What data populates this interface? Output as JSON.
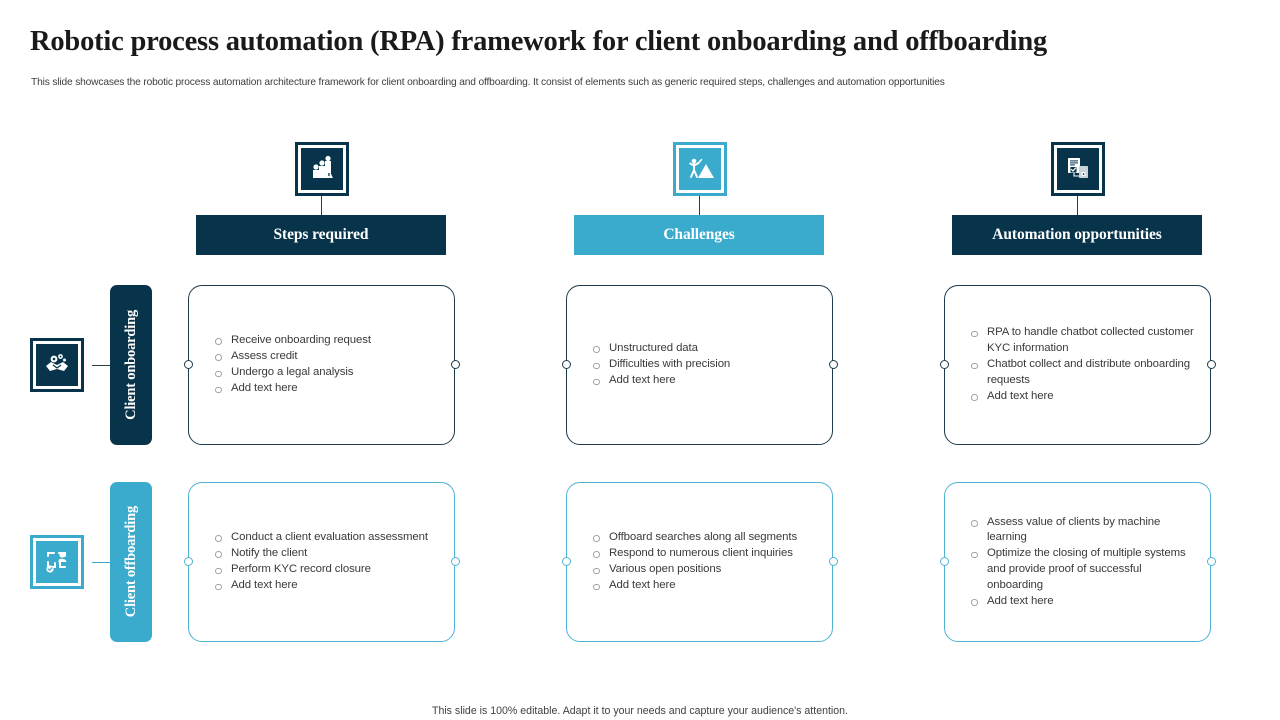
{
  "header": {
    "title": "Robotic process automation (RPA) framework for client onboarding and offboarding",
    "subtitle": "This slide showcases the robotic process automation architecture framework for client onboarding and offboarding. It consist of elements such as generic required steps, challenges and automation opportunities"
  },
  "colors": {
    "dark_navy": "#07344a",
    "teal": "#3aabcd",
    "card_border_dark": "#1d3b4d",
    "card_border_teal": "#4fb3d4",
    "text": "#3a3a3a",
    "page_background": "#ffffff"
  },
  "columns": [
    {
      "label": "Steps required",
      "theme": "dark",
      "icon": "steps-chart-icon"
    },
    {
      "label": "Challenges",
      "theme": "teal",
      "icon": "climber-mountain-icon"
    },
    {
      "label": "Automation opportunities",
      "theme": "dark",
      "icon": "document-workflow-icon"
    }
  ],
  "rows": [
    {
      "label": "Client onboarding",
      "theme": "dark",
      "icon": "handshake-gear-icon"
    },
    {
      "label": "Client offboarding",
      "theme": "teal",
      "icon": "offboarding-flow-icon"
    }
  ],
  "cards": [
    {
      "row": "Client onboarding",
      "column": "Steps required",
      "theme": "dark",
      "bullets": [
        "Receive onboarding request",
        "Assess credit",
        "Undergo a legal analysis",
        "Add text here"
      ]
    },
    {
      "row": "Client onboarding",
      "column": "Challenges",
      "theme": "dark",
      "bullets": [
        "Unstructured data",
        "Difficulties with precision",
        "Add text here"
      ]
    },
    {
      "row": "Client onboarding",
      "column": "Automation opportunities",
      "theme": "dark",
      "bullets": [
        "RPA to handle chatbot collected customer KYC information",
        "Chatbot collect and distribute onboarding requests",
        "Add text here"
      ]
    },
    {
      "row": "Client offboarding",
      "column": "Steps required",
      "theme": "teal",
      "bullets": [
        "Conduct a client evaluation assessment",
        "Notify the client",
        "Perform KYC record closure",
        "Add text here"
      ]
    },
    {
      "row": "Client offboarding",
      "column": "Challenges",
      "theme": "teal",
      "bullets": [
        "Offboard searches along all segments",
        "Respond to numerous client inquiries",
        "Various open positions",
        "Add text here"
      ]
    },
    {
      "row": "Client offboarding",
      "column": "Automation opportunities",
      "theme": "teal",
      "bullets": [
        "Assess value of clients by machine learning",
        "Optimize the closing of multiple systems and provide proof of successful onboarding",
        "Add text here"
      ]
    }
  ],
  "footer": {
    "note": "This slide is 100% editable. Adapt it to your needs and capture your audience's attention."
  }
}
